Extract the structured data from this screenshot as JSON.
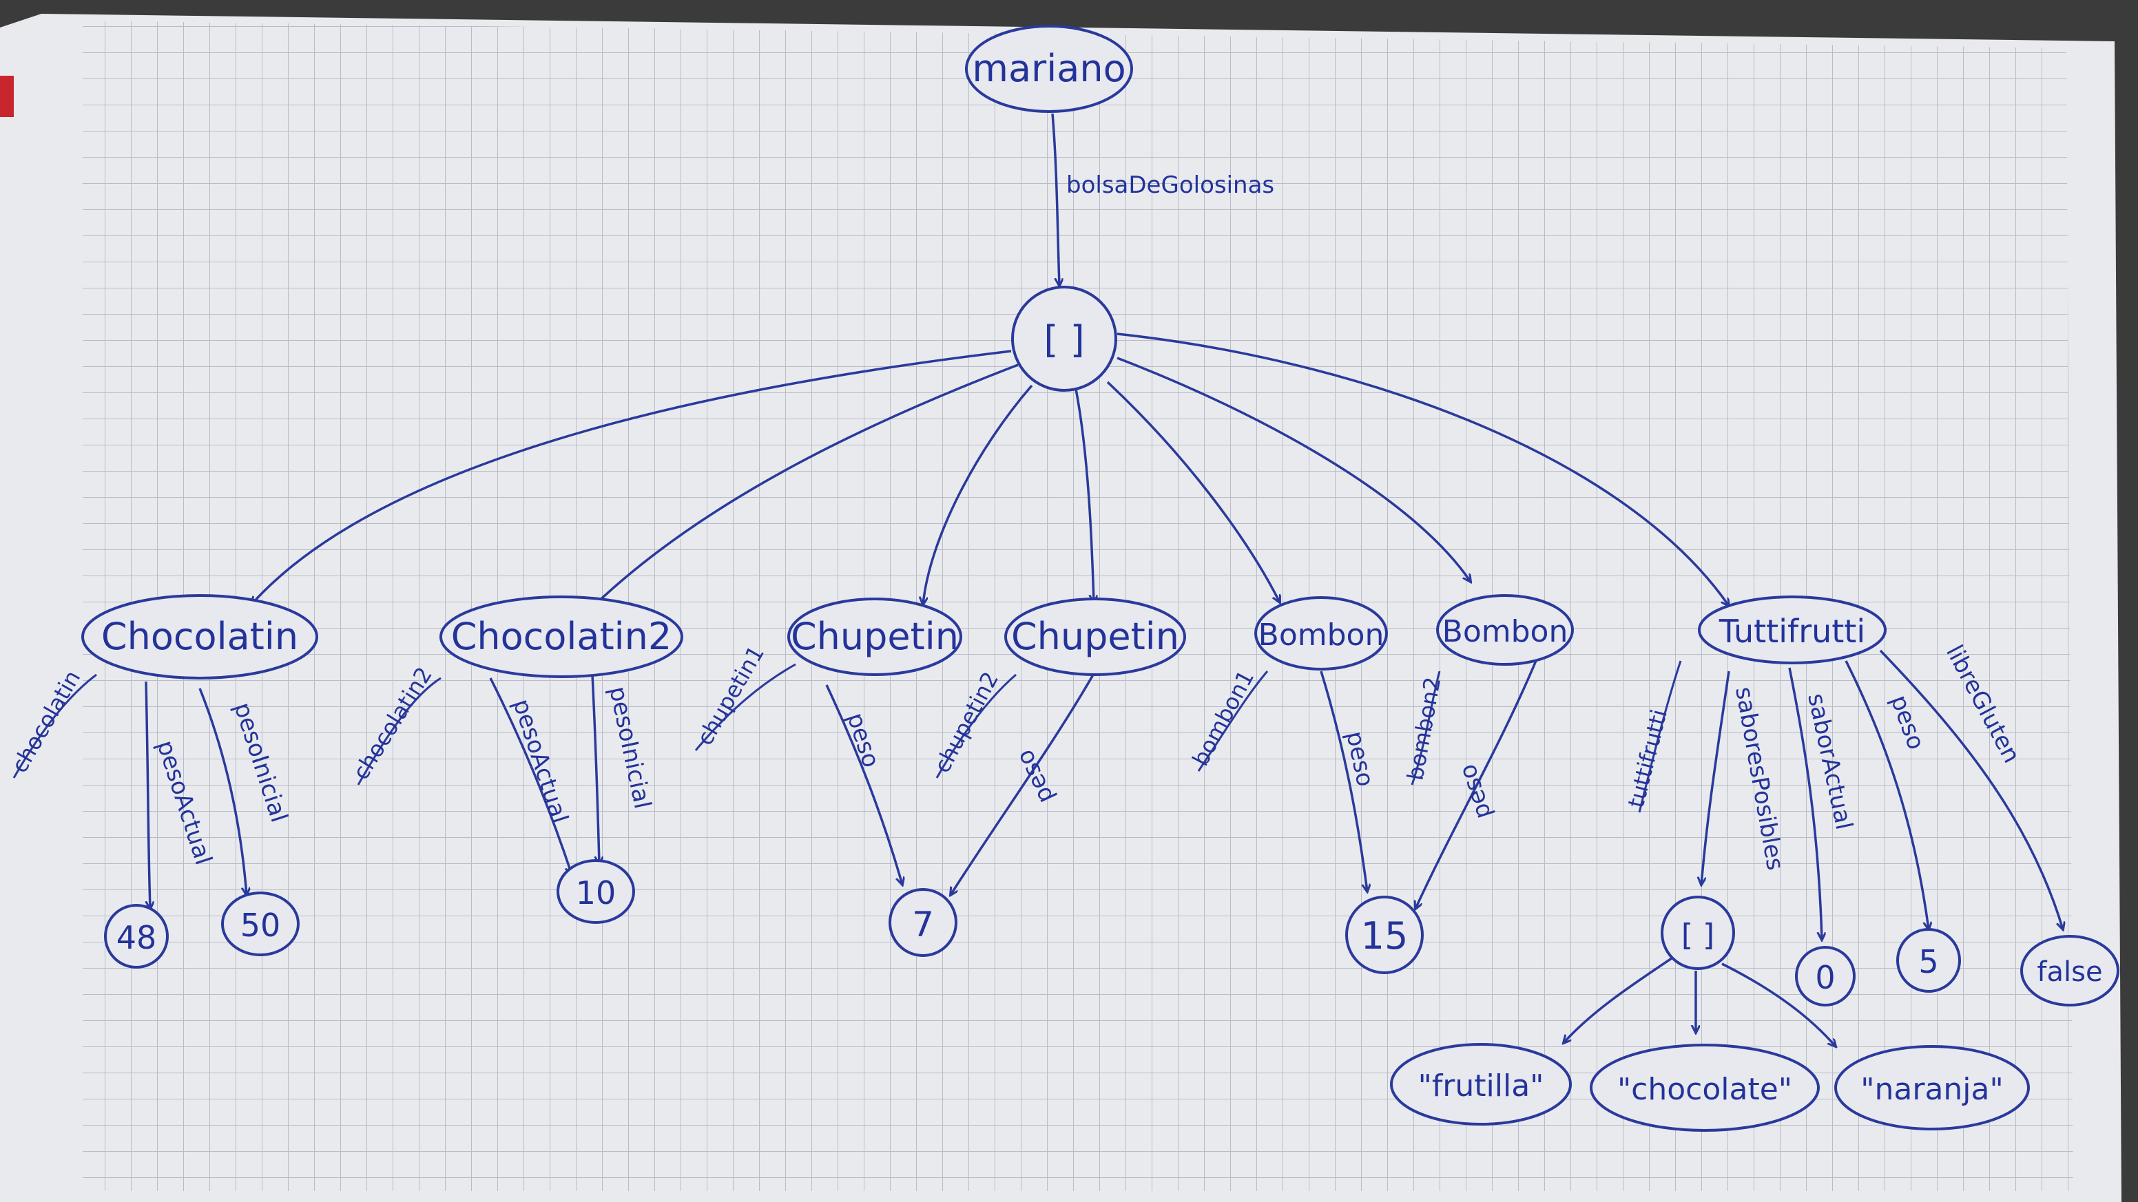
{
  "diagram": {
    "root": "mariano",
    "root_edge": "bolsaDeGolosinas",
    "list_node": "[ ]",
    "candies": [
      {
        "variable": "chocolatin",
        "label": "Chocolatin",
        "edges": [
          "pesoActual",
          "pesoInicial"
        ]
      },
      {
        "variable": "chocolatin2",
        "label": "Chocolatin2",
        "edges": [
          "pesoActual",
          "pesoInicial"
        ]
      },
      {
        "variable": "chupetin1",
        "label": "Chupetin",
        "edges": [
          "peso"
        ]
      },
      {
        "variable": "chupetin2",
        "label": "Chupetin",
        "edges": [
          "peso"
        ]
      },
      {
        "variable": "bombon1",
        "label": "Bombon",
        "edges": [
          "peso"
        ]
      },
      {
        "variable": "bombon2",
        "label": "Bombon",
        "edges": [
          "peso"
        ]
      },
      {
        "variable": "tuttifrutti",
        "label": "Tuttifrutti",
        "edges": [
          "saboresPosibles",
          "saborActual",
          "peso",
          "libreGluten"
        ]
      }
    ],
    "values": [
      "48",
      "50",
      "10",
      "7",
      "15",
      "0",
      "5",
      "false"
    ],
    "sabores_list": "[ ]",
    "sabores": [
      "\"frutilla\"",
      "\"chocolate\"",
      "\"naranja\""
    ]
  }
}
